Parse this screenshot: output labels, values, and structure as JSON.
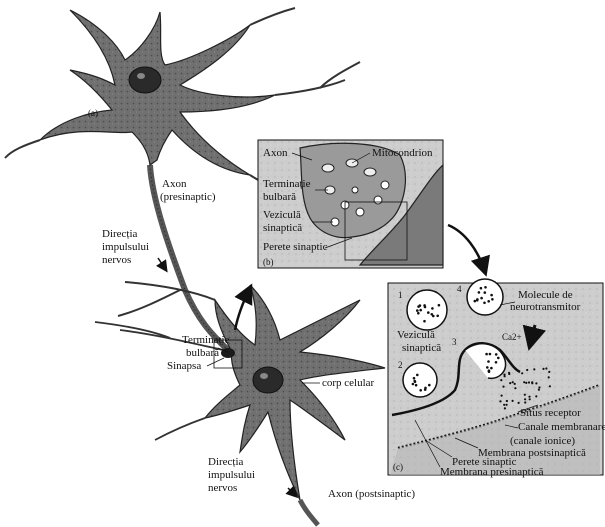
{
  "panels": {
    "a": "(a)",
    "b": "(b)",
    "c": "(c)"
  },
  "labels": {
    "axon_presinaptic_1": "Axon",
    "axon_presinaptic_2": "(presinaptic)",
    "directia_1_1": "Direcția",
    "directia_1_2": "impulsului",
    "directia_1_3": "nervos",
    "terminatie_1": "Terminație",
    "terminatie_2": "bulbară",
    "sinapsa": "Sinapsa",
    "corp_celular": "corp celular",
    "directia_2_1": "Direcția",
    "directia_2_2": "impulsului",
    "directia_2_3": "nervos",
    "axon_postsinaptic": "Axon (postsinaptic)"
  },
  "inset_b": {
    "axon": "Axon",
    "mitocondrion": "Mitocondrion",
    "terminatie_1": "Terminație",
    "terminatie_2": "bulbară",
    "vezicula_1": "Veziculă",
    "vezicula_2": "sinaptică",
    "perete": "Perete sinaptic"
  },
  "inset_c": {
    "molecule_1": "Molecule de",
    "molecule_2": "neurotransmitor",
    "vezicula_1": "Veziculă",
    "vezicula_2": "sinaptică",
    "ca": "Ca2+",
    "n1": "1",
    "n2": "2",
    "n3": "3",
    "n4": "4",
    "situs": "Situs receptor",
    "canale_1": "Canale membranare",
    "canale_2": "(canale ionice)",
    "membrana_post": "Membrana postsinaptică",
    "perete": "Perete sinaptic",
    "membrana_pre": "Membrana presinaptică"
  },
  "colors": {
    "ink": "#111111",
    "cell": "#6e6e6e",
    "cell_dark": "#3a3a3a",
    "nucleus": "#2a2a2a",
    "inset_bg": "#cfcfcf"
  }
}
